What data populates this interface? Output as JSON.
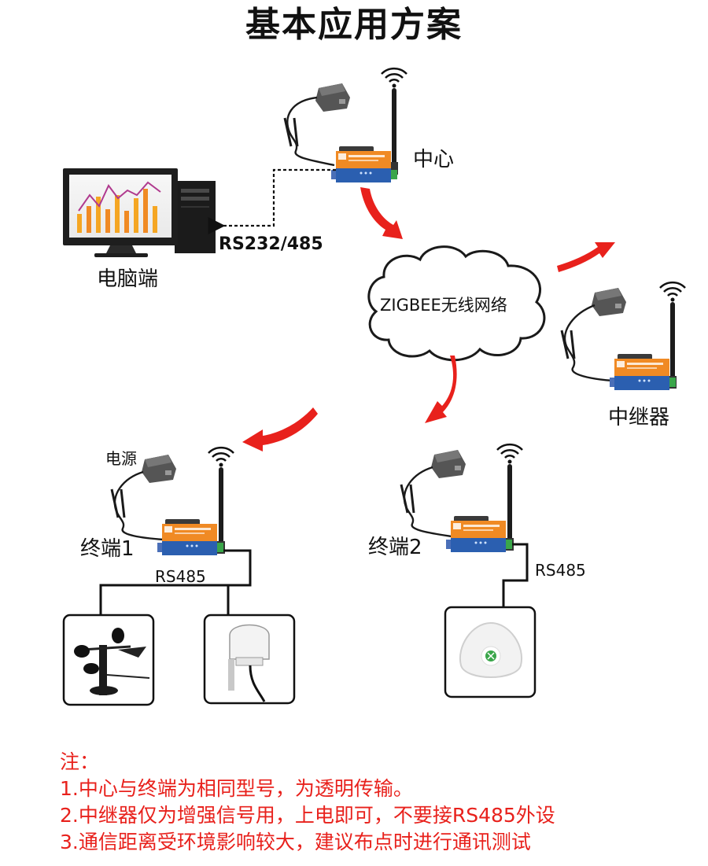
{
  "title": "基本应用方案",
  "labels": {
    "center": "中心",
    "pc": "电脑端",
    "rs232_485": "RS232/485",
    "cloud": "ZIGBEE无线网络",
    "repeater": "中继器",
    "power": "电源",
    "terminal1": "终端1",
    "terminal2": "终端2",
    "rs485_1": "RS485",
    "rs485_2": "RS485"
  },
  "notes": [
    "注：",
    "1.中心与终端为相同型号，为透明传输。",
    "2.中继器仅为增强信号用，上电即可，不要接RS485外设",
    "3.通信距离受环境影响较大，建议布点时进行通讯测试"
  ],
  "colors": {
    "arrow_red": "#e8211c",
    "note_red": "#e8211c",
    "device_orange": "#f08a24",
    "device_blue": "#2b5fb0",
    "terminal_green": "#3aa64a"
  }
}
